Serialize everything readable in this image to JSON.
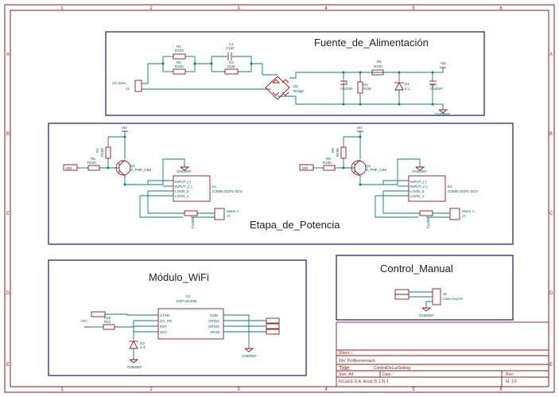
{
  "frame": {
    "cols": [
      "1",
      "2",
      "3",
      "4",
      "5",
      "6"
    ],
    "rows": [
      "A",
      "B",
      "C",
      "D",
      "E"
    ]
  },
  "blocks": {
    "power_supply": "Fuente_de_Alimentación",
    "power_stage": "Etapa_de_Potencia",
    "wifi": "Módulo_WiFi",
    "manual": "Control_Manual"
  },
  "power_supply": {
    "r1_ref": "R1",
    "r1_val": "R100",
    "r2_ref": "R2",
    "r2_val": "R100",
    "c1_ref": "C1",
    "c1_val": "C1uF",
    "r3_ref": "R3",
    "r3_val": "R1M",
    "j1_label": "AC 220v",
    "j1_ref": "J1",
    "bridge_ref": "D2",
    "bridge_val": "Bridge",
    "c3_ref": "C3",
    "c3_val": "C100nF",
    "r4_ref": "R4",
    "r4_val": "R1M",
    "r5_ref": "R5",
    "r5_val": "R100",
    "d1_ref": "D1",
    "d1_val": "5.1",
    "c4_ref": "C4",
    "c4_val": "C330nF",
    "vout": "+5V",
    "gnd": "GNDREF"
  },
  "power_stage_left": {
    "vcc": "+5V",
    "r7_ref": "R7",
    "r7_val": "R10K",
    "r6_ref": "R6",
    "r6_val": "R10K",
    "q1_ref": "Q1",
    "q1_val": "S_PNP_CBE",
    "gnd": "GNDREF",
    "k1_ref": "K1",
    "k1_val": "G3MB-202PL-DC5",
    "pins": [
      "INPUT_(-)",
      "INPUT_(+)",
      "LOAD_2",
      "LOAD_1"
    ],
    "fuse": "Fusible",
    "motor": "Motor 1",
    "j_ref": "J7",
    "in_label": "Ctrl"
  },
  "power_stage_right": {
    "vcc": "+5V",
    "r8_ref": "R8",
    "r8_val": "R10K",
    "r9_ref": "R9",
    "r9_val": "R10K",
    "q2_ref": "Q2",
    "q2_val": "S_PNP_CBE",
    "gnd": "GNDREF",
    "k2_ref": "K2",
    "k2_val": "G3MB-202PL-DC5",
    "pins": [
      "INPUT_(-)",
      "INPUT_(+)",
      "LOAD_2",
      "LOAD_1"
    ],
    "fuse": "Fusible",
    "motor": "Motor 1",
    "j_ref": "J7",
    "in_label": "Ctrl"
  },
  "power_stage_title": "Etapa_de_Potencia",
  "wifi": {
    "u1_ref": "U1",
    "u1_val": "ESP-01v090",
    "left_pins": [
      "UTXD",
      "CH_PD",
      "RST",
      "VCC"
    ],
    "right_pins": [
      "GND",
      "GPIO2",
      "GPIO0",
      "URXD"
    ],
    "vcc": "+5V",
    "r10_ref": "R10",
    "r10_val": "R10",
    "d3_ref": "D3",
    "d3_val": "3.3",
    "gnd": "GNDREF",
    "gnd2": "GNDREF"
  },
  "manual": {
    "j2_ref": "J2",
    "j2_val": "Llave buzzer",
    "gnd": "GNDREF"
  },
  "title_block": {
    "sheet": "Sheet: /",
    "file": "File: Proflexmeroach",
    "title_label": "Title:",
    "title": "ControlDeLuzSetting",
    "size": "Size: A4",
    "date_label": "Date:",
    "rev_label": "Rev:",
    "kicad": "KiCad E.D.A.  kicad (5.1.9)-1",
    "id": "Id: 1/1"
  },
  "colors": {
    "frame": "#8b1a1a",
    "wire": "#0b7b74",
    "component": "#8b1a1a",
    "text": "#006060",
    "label_blue": "#00007f",
    "block_border": "#1c1c6b"
  }
}
